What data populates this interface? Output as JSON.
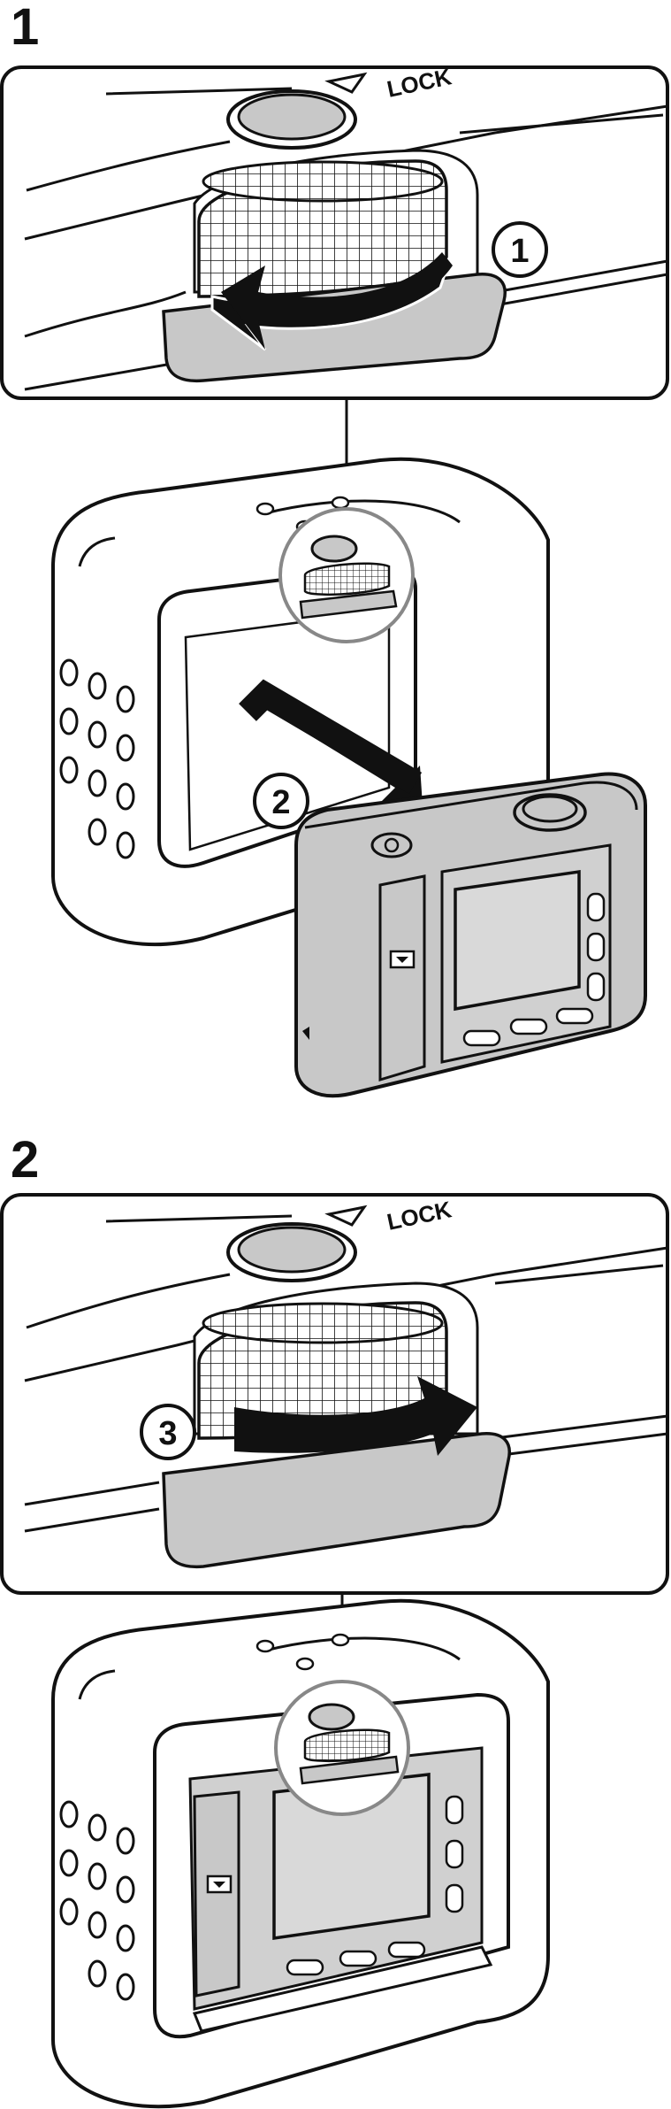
{
  "steps": [
    {
      "number": "1",
      "lock_label": "LOCK",
      "callouts": [
        "1",
        "2"
      ]
    },
    {
      "number": "2",
      "lock_label": "LOCK",
      "callouts": [
        "3"
      ]
    }
  ],
  "colors": {
    "line": "#111111",
    "gray_fill": "#c8c8c8",
    "screen_fill": "#d9d9d9",
    "arrow": "#111111"
  }
}
